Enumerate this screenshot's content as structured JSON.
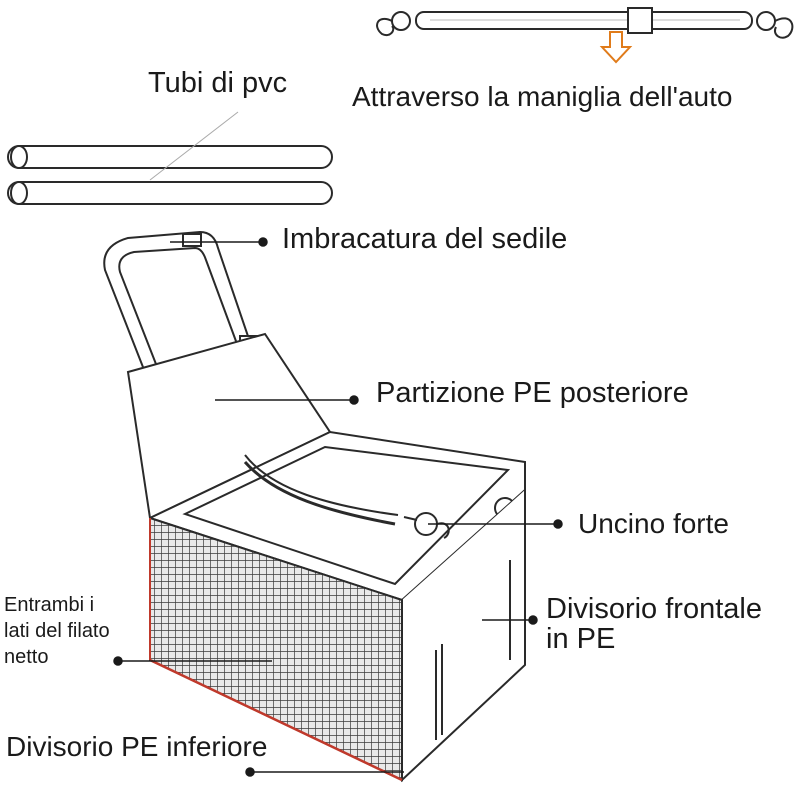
{
  "labels": {
    "pvc_pipes": "Tubi di pvc",
    "car_handle": "Attraverso la maniglia dell'auto",
    "seat_harness": "Imbracatura del sedile",
    "rear_partition": "Partizione PE posteriore",
    "strong_hook": "Uncino forte",
    "front_divider_line1": "Divisorio frontale",
    "front_divider_line2": "in PE",
    "mesh_sides_line1": "Entrambi i",
    "mesh_sides_line2": "lati del filato",
    "mesh_sides_line3": "netto",
    "bottom_divider": "Divisorio PE inferiore"
  },
  "colors": {
    "outline": "#2a2a2a",
    "arrow": "#e07b1a",
    "mesh_edge": "#c0392b",
    "background": "#ffffff"
  }
}
